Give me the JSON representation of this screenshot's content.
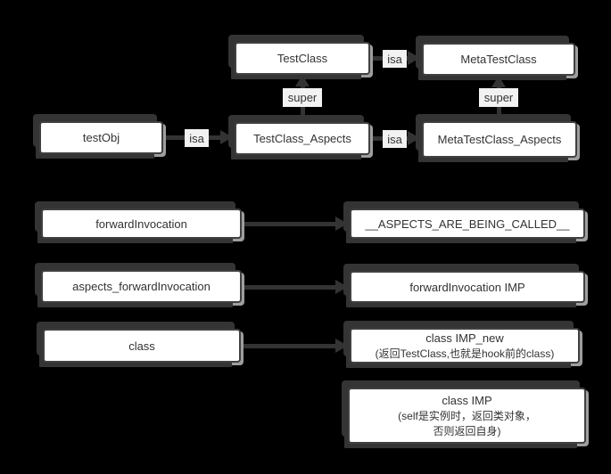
{
  "diagram": {
    "background": "#000000",
    "node_fill": "#ffffff",
    "node_border": "#404040",
    "connector_color": "#333333",
    "text_color": "#333333",
    "shadow_dark": "#343434",
    "shadow_light": "#9e9e9e"
  },
  "hierarchy": {
    "test_obj": "testObj",
    "test_class": "TestClass",
    "meta_test_class": "MetaTestClass",
    "test_class_aspects": "TestClass_Aspects",
    "meta_test_class_aspects": "MetaTestClass_Aspects",
    "isa_obj_label": "isa",
    "isa_class_label": "isa",
    "isa_aspects_label": "isa",
    "super_left_label": "super",
    "super_right_label": "super"
  },
  "mappings": {
    "row1_left": "forwardInvocation",
    "row1_right": "__ASPECTS_ARE_BEING_CALLED__",
    "row2_left": "aspects_forwardInvocation",
    "row2_right": "forwardInvocation IMP",
    "row3_left": "class",
    "row3_right_title": "class IMP_new",
    "row3_right_note": "(返回TestClass,也就是hook前的class)",
    "row4_title": "class IMP",
    "row4_note_line1": "(self是实例时，返回类对象，",
    "row4_note_line2": "否则返回自身)"
  }
}
